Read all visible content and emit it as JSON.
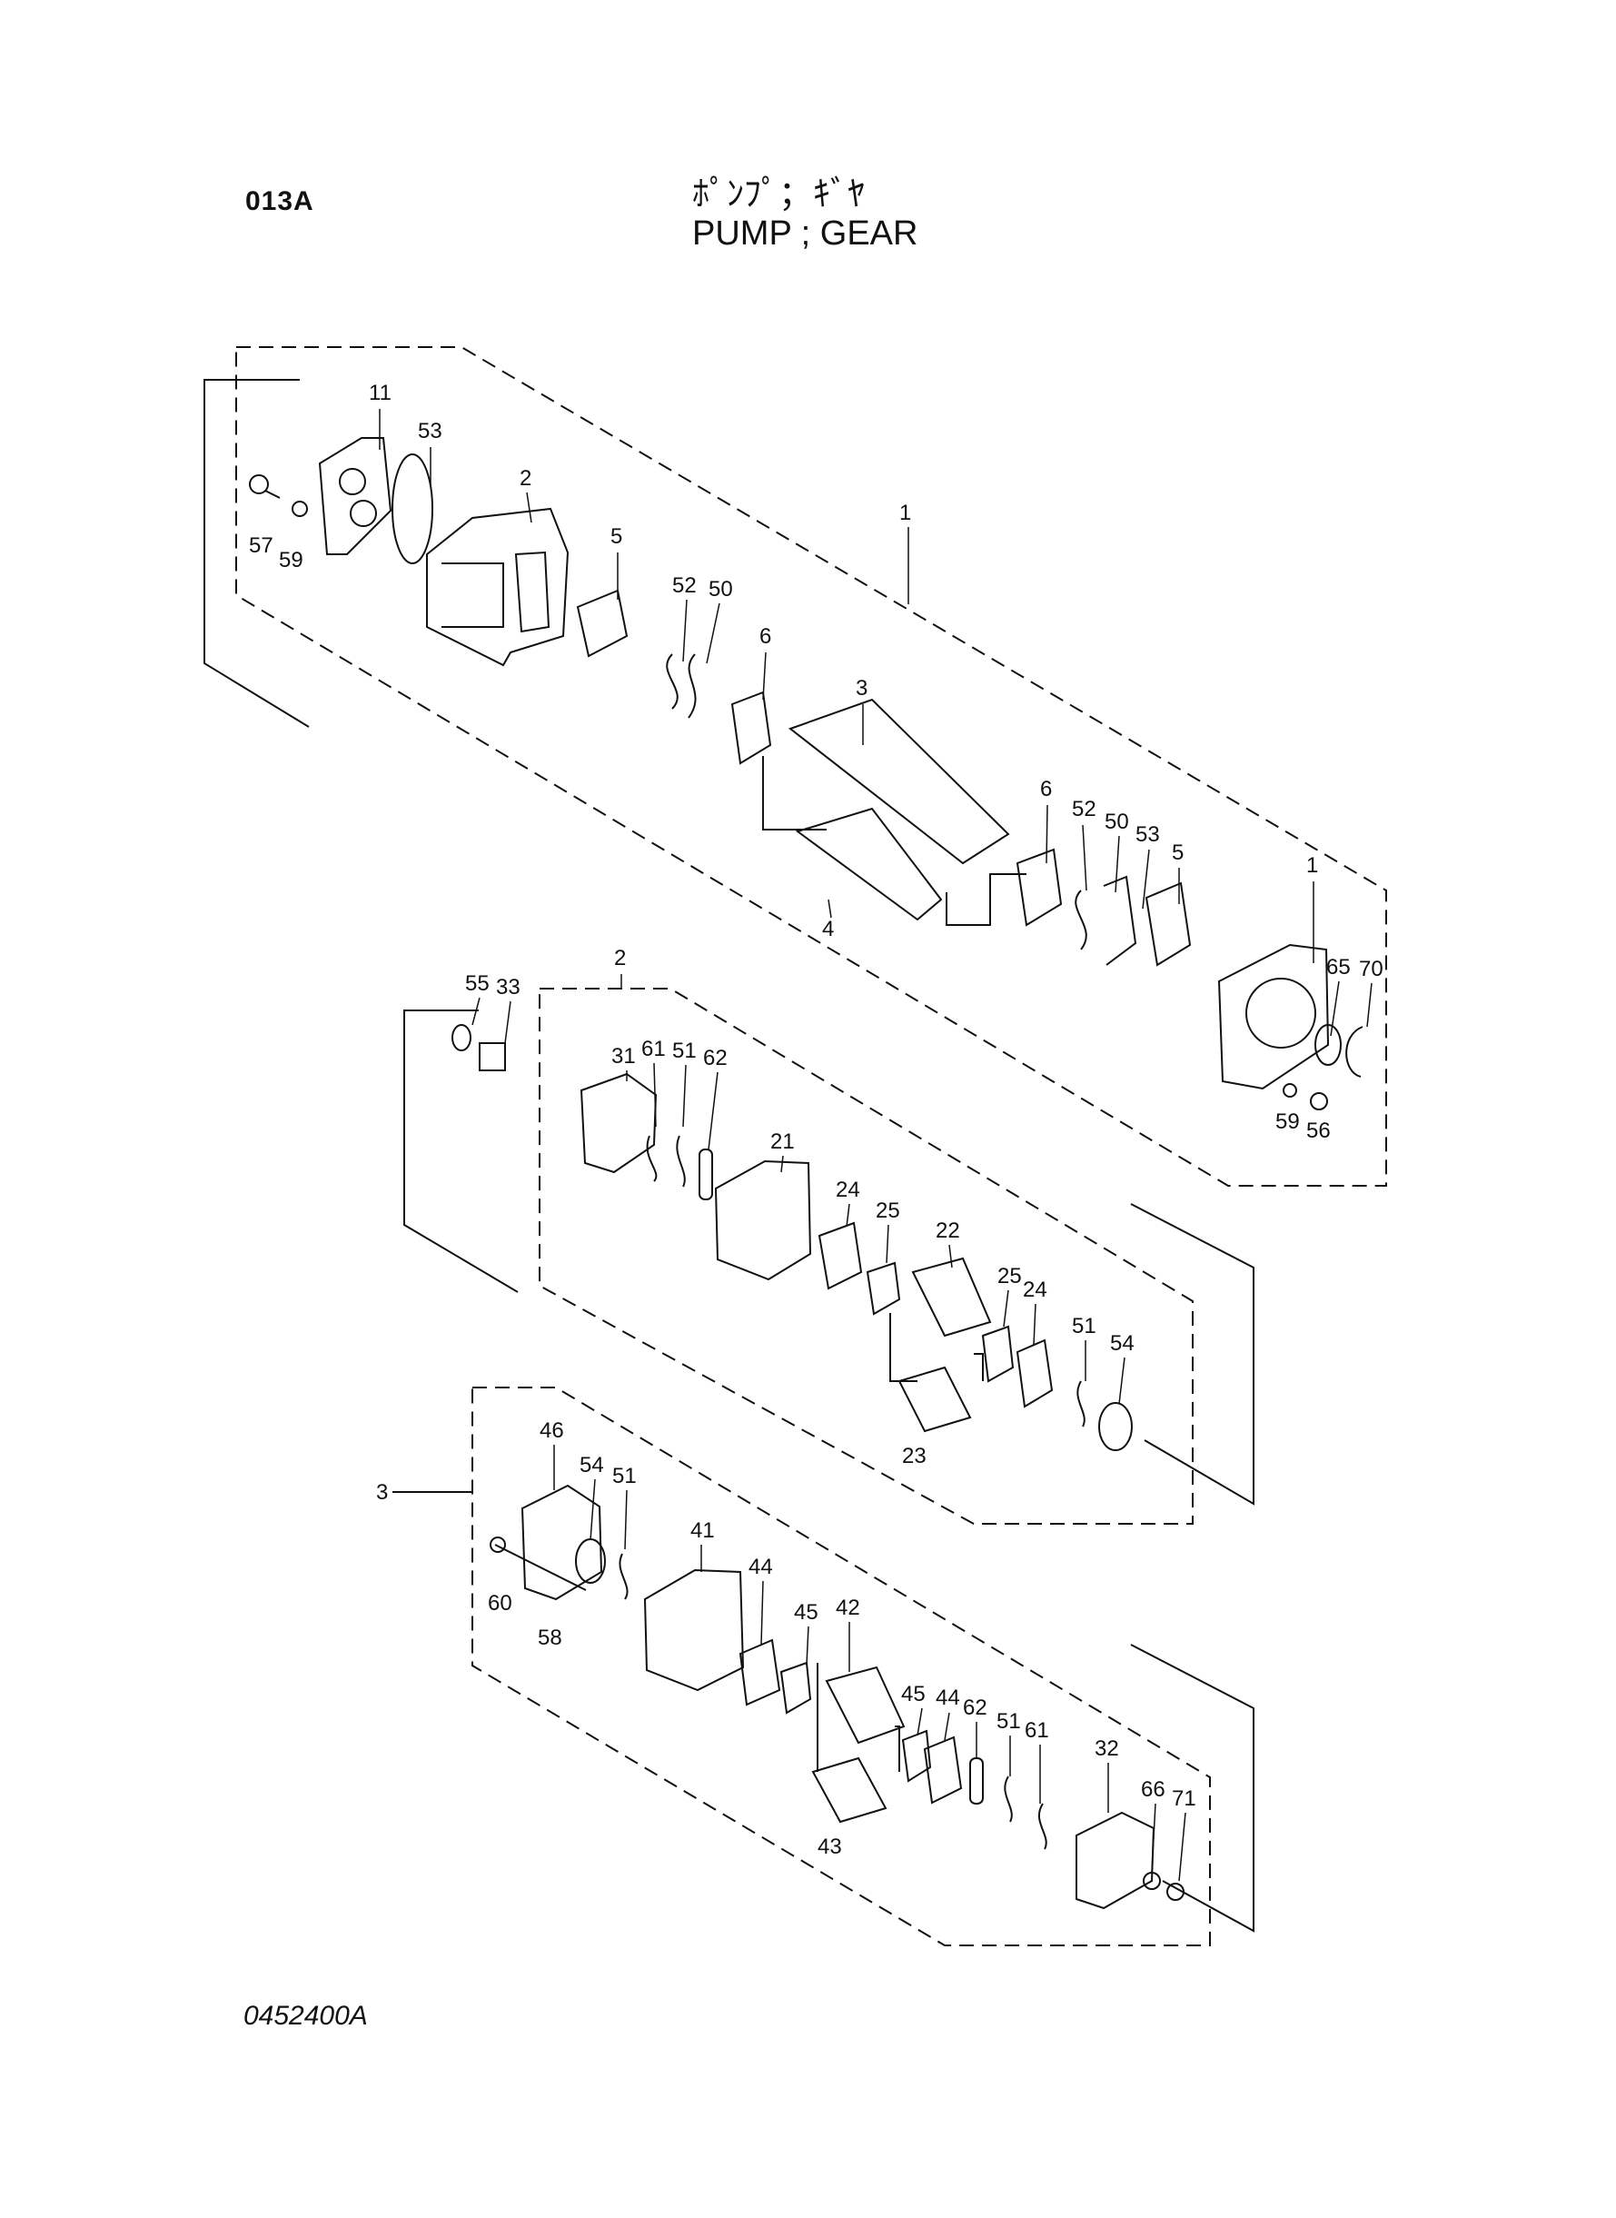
{
  "header": {
    "page_code": "013A",
    "title_jp": "ﾎﾟﾝﾌﾟ；ｷﾞﾔ",
    "title_en": "PUMP ; GEAR"
  },
  "footer": {
    "drawing_number": "0452400A"
  },
  "callouts": {
    "g1": [
      "1",
      "11",
      "53",
      "2",
      "5",
      "57",
      "59",
      "52",
      "50",
      "6",
      "3",
      "4",
      "6",
      "52",
      "50",
      "53",
      "5",
      "1",
      "65",
      "70",
      "59",
      "56"
    ],
    "g2": [
      "2",
      "55",
      "33",
      "31",
      "61",
      "51",
      "62",
      "21",
      "24",
      "25",
      "22",
      "25",
      "24",
      "23",
      "51",
      "54"
    ],
    "g3": [
      "3",
      "46",
      "54",
      "51",
      "60",
      "58",
      "41",
      "44",
      "45",
      "42",
      "45",
      "44",
      "62",
      "51",
      "61",
      "43",
      "32",
      "66",
      "71"
    ]
  }
}
